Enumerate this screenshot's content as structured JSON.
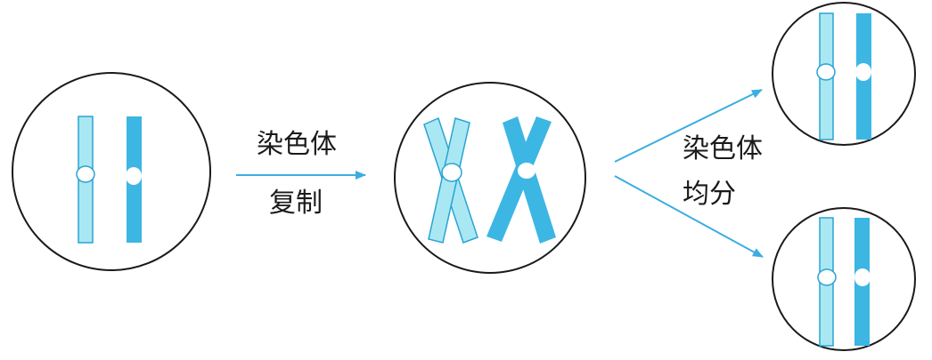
{
  "colors": {
    "light_chromatid": "#a9e8f3",
    "dark_chromatid": "#3cb6e3",
    "outline": "#2aa3d4",
    "cell_border": "#1a1a1a",
    "arrow": "#3aaee0",
    "centromere": "#ffffff"
  },
  "step1": {
    "line1": "染色体",
    "line2": "复制"
  },
  "step2": {
    "line1": "染色体",
    "line2": "均分"
  }
}
